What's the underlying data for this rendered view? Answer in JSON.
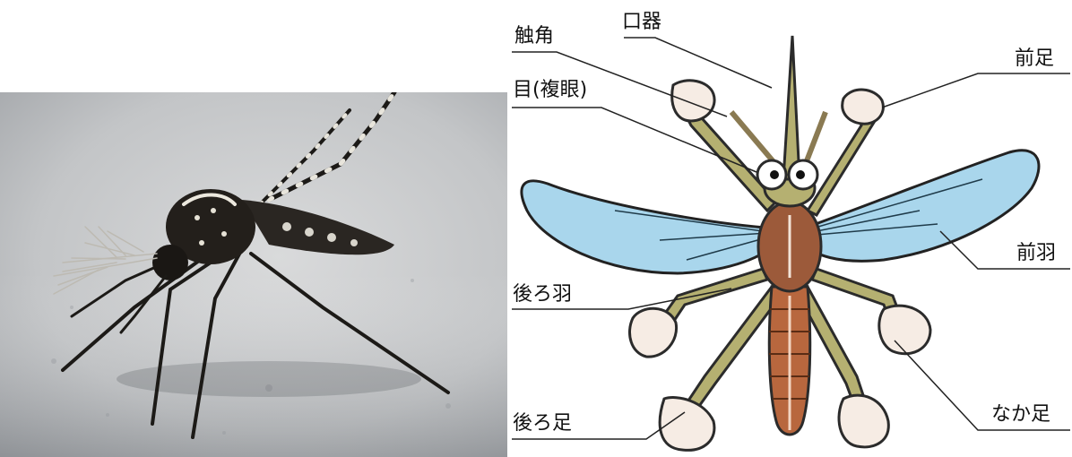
{
  "photo": {
    "subject": "mosquito-photo"
  },
  "diagram": {
    "labels": {
      "mouth": "口器",
      "antenna": "触角",
      "eye": "目(複眼)",
      "front_leg": "前足",
      "front_wing": "前羽",
      "hind_wing": "後ろ羽",
      "middle_leg": "なか足",
      "hind_leg": "後ろ足"
    }
  },
  "colors": {
    "wing": "#a9d6ec",
    "leg": "#b5b071",
    "body": "#b8673e",
    "glove": "#f6ece4"
  }
}
